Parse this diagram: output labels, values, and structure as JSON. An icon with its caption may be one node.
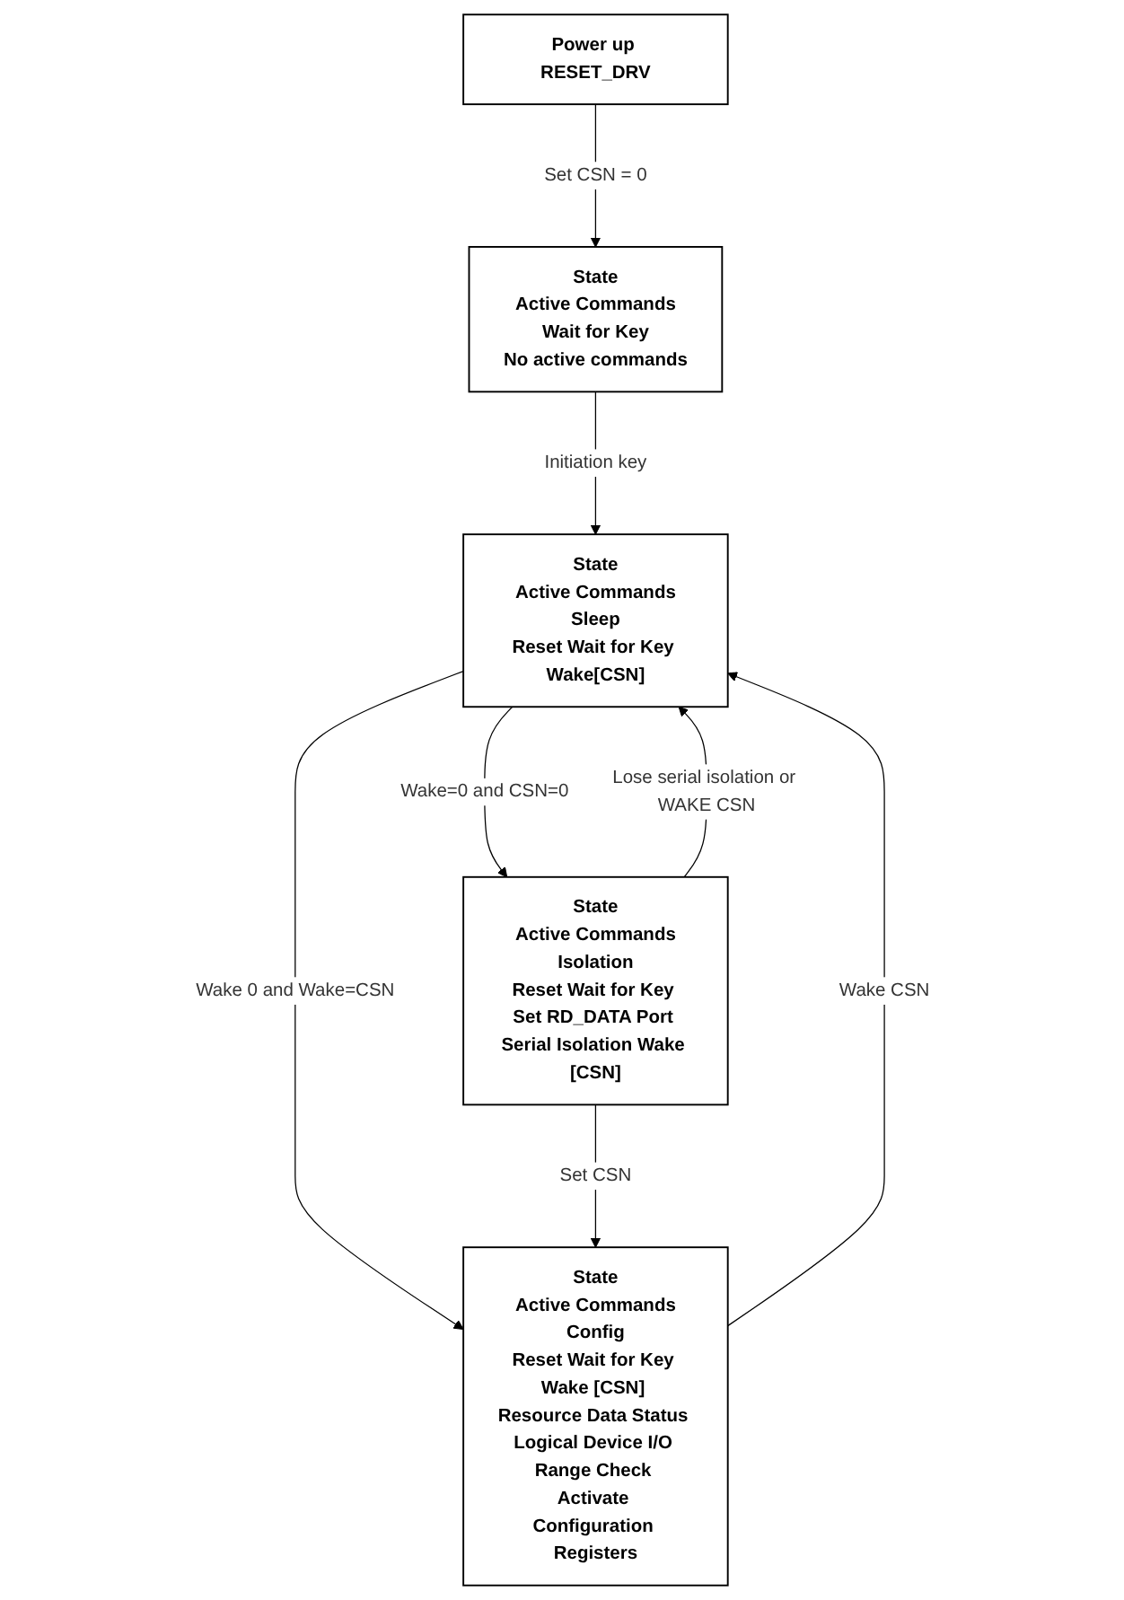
{
  "diagram": {
    "nodes": [
      {
        "text": [
          "Power up RESET_DRV"
        ]
      },
      {
        "text": [
          "State",
          "Active Commands",
          "Wait for Key",
          "No active commands"
        ]
      },
      {
        "text": [
          "State",
          "Active Commands",
          "Sleep",
          "Reset Wait for Key Wake[CSN]"
        ]
      },
      {
        "text": [
          "State",
          "Active Commands",
          "Isolation",
          "Reset Wait for Key Set RD_DATA Port Serial Isolation Wake [CSN]"
        ]
      },
      {
        "text": [
          "State",
          "Active Commands",
          "Config",
          "Reset Wait for Key Wake [CSN] Resource Data Status Logical Device I/O Range Check Activate Configuration Registers"
        ]
      }
    ],
    "edges": [
      {
        "from": 0,
        "to": 1,
        "arrow": "to",
        "label": "Set CSN = 0"
      },
      {
        "from": 1,
        "to": 2,
        "arrow": "to",
        "label": "Initiation key"
      },
      {
        "from": 2,
        "to": 3,
        "arrow": "to",
        "label": "Wake=0 and CSN=0"
      },
      {
        "from": 3,
        "to": 2,
        "arrow": "to",
        "label": "Lose serial isolation or WAKE CSN"
      },
      {
        "from": 4,
        "to": 2,
        "arrow": "to",
        "label": "Wake CSN"
      },
      {
        "from": 2,
        "to": 4,
        "arrow": "to",
        "label": "Wake 0 and Wake=CSN"
      },
      {
        "from": 3,
        "to": 4,
        "arrow": "to",
        "label": "Set CSN"
      }
    ]
  }
}
